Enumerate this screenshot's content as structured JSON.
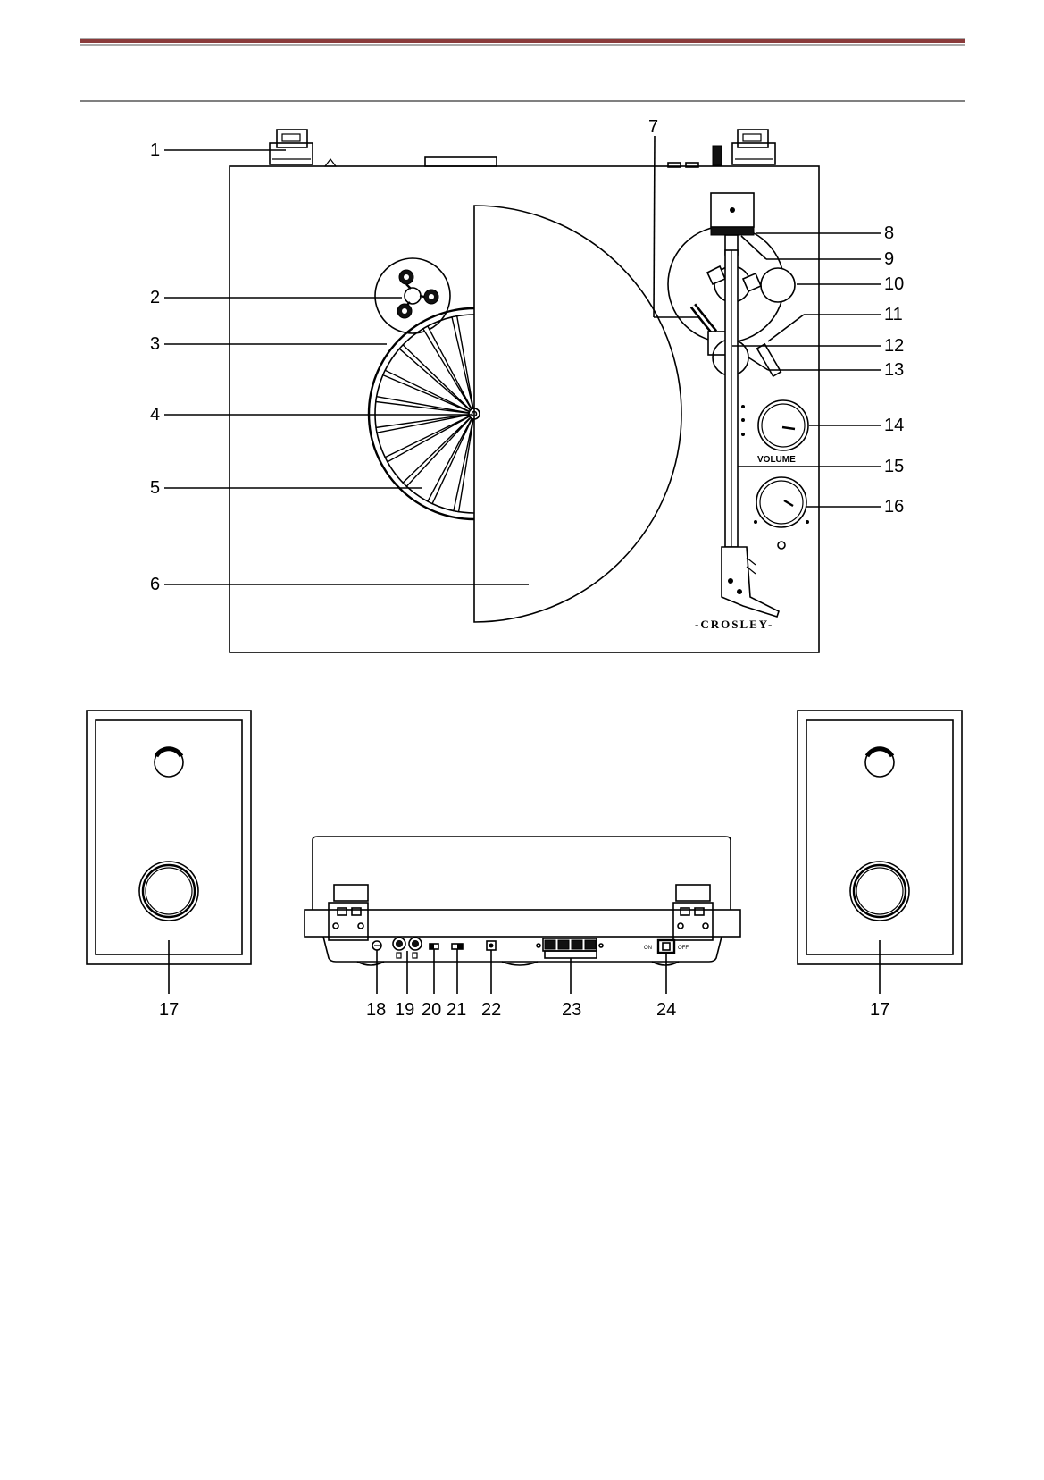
{
  "header": {
    "rule_color": "#8a3a3a"
  },
  "top_view": {
    "brand": "-CROSLEY-",
    "volume_label": "VOLUME",
    "callouts": {
      "c1": "1",
      "c2": "2",
      "c3": "3",
      "c4": "4",
      "c5": "5",
      "c6": "6",
      "c7": "7",
      "c8": "8",
      "c9": "9",
      "c10": "10",
      "c11": "11",
      "c12": "12",
      "c13": "13",
      "c14": "14",
      "c15": "15",
      "c16": "16"
    }
  },
  "rear_view": {
    "switch_on": "ON",
    "switch_off": "OFF",
    "callouts": {
      "c17a": "17",
      "c17b": "17",
      "c18": "18",
      "c19": "19",
      "c20": "20",
      "c21": "21",
      "c22": "22",
      "c23": "23",
      "c24": "24"
    }
  }
}
